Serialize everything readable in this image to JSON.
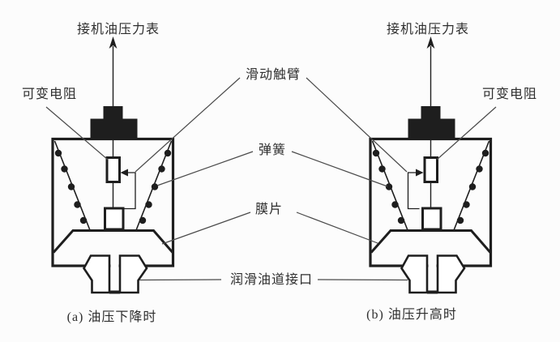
{
  "colors": {
    "background": "#fcfcfc",
    "ink": "#1e1e1e",
    "leader_line": "#4a4a4a",
    "label_text": "#2e2e2e",
    "part_fill": "#ffffff"
  },
  "diagram": {
    "labels": {
      "gauge_left": "接机油压力表",
      "gauge_right": "接机油压力表",
      "variable_resistor_left": "可变电阻",
      "variable_resistor_right": "可变电阻",
      "sliding_contact_arm": "滑动触臂",
      "spring": "弹簧",
      "diaphragm": "膜片",
      "oil_passage_port": "润滑油道接口",
      "caption_left": "(a) 油压下降时",
      "caption_right": "(b) 油压升高时"
    }
  }
}
